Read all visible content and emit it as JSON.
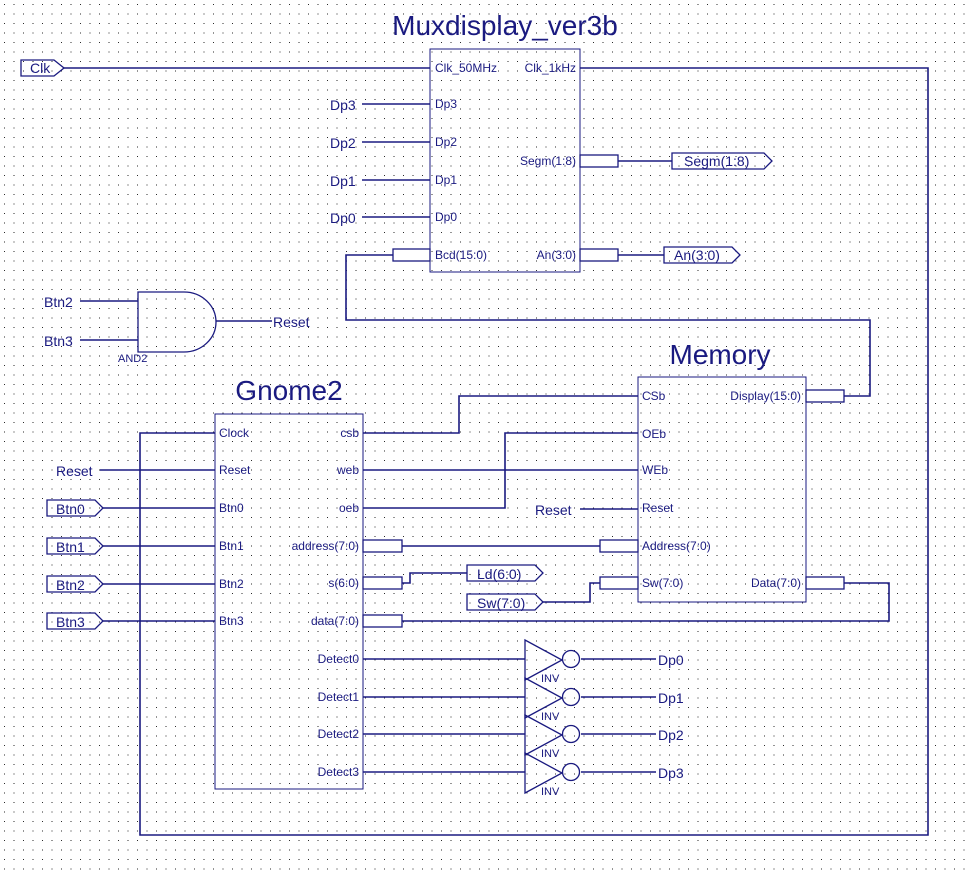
{
  "blocks": {
    "mux": {
      "title": "Muxdisplay_ver3b",
      "pins": {
        "clk50": "Clk_50MHz",
        "clk1k": "Clk_1kHz",
        "dp3": "Dp3",
        "dp2": "Dp2",
        "dp1": "Dp1",
        "dp0": "Dp0",
        "segm": "Segm(1:8)",
        "bcd": "Bcd(15:0)",
        "an": "An(3:0)"
      }
    },
    "memory": {
      "title": "Memory",
      "pins": {
        "csb": "CSb",
        "oeb": "OEb",
        "web": "WEb",
        "reset": "Reset",
        "address": "Address(7:0)",
        "sw": "Sw(7:0)",
        "display": "Display(15:0)",
        "data": "Data(7:0)"
      }
    },
    "gnome": {
      "title": "Gnome2",
      "pins": {
        "clock": "Clock",
        "reset": "Reset",
        "btn0": "Btn0",
        "btn1": "Btn1",
        "btn2": "Btn2",
        "btn3": "Btn3",
        "csb": "csb",
        "web": "web",
        "oeb": "oeb",
        "address": "address(7:0)",
        "s": "s(6:0)",
        "data": "data(7:0)",
        "detect0": "Detect0",
        "detect1": "Detect1",
        "detect2": "Detect2",
        "detect3": "Detect3"
      }
    }
  },
  "ports": {
    "clk": "Clk",
    "segm": "Segm(1:8)",
    "an": "An(3:0)",
    "btn0": "Btn0",
    "btn1": "Btn1",
    "btn2": "Btn2",
    "btn3": "Btn3",
    "ld": "Ld(6:0)",
    "sw": "Sw(7:0)"
  },
  "net_labels": {
    "dp3_in": "Dp3",
    "dp2_in": "Dp2",
    "dp1_in": "Dp1",
    "dp0_in": "Dp0",
    "and_in_btn2": "Btn2",
    "and_in_btn3": "Btn3",
    "and_out_reset": "Reset",
    "gnome_reset_in": "Reset",
    "memory_reset_in": "Reset",
    "inv_out_dp0": "Dp0",
    "inv_out_dp1": "Dp1",
    "inv_out_dp2": "Dp2",
    "inv_out_dp3": "Dp3"
  },
  "gates": {
    "and2": "AND2",
    "inv0": "INV",
    "inv1": "INV",
    "inv2": "INV",
    "inv3": "INV"
  },
  "colors": {
    "ink": "#1a1a80",
    "grid_dot": "#2a2a2a",
    "background": "#ffffff"
  }
}
